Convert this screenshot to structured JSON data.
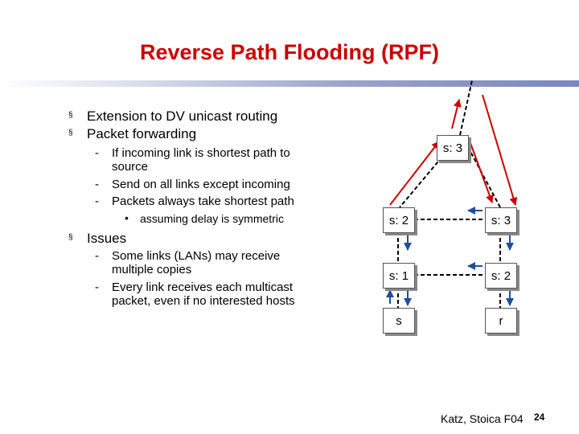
{
  "slide": {
    "title": "Reverse Path Flooding (RPF)",
    "bullets": [
      "Extension to DV unicast routing",
      "Packet forwarding",
      "Issues"
    ],
    "sub_forwarding": [
      "If incoming link is shortest path to source",
      "Send on all links except incoming",
      "Packets always take shortest path"
    ],
    "sub_sub": "assuming delay is symmetric",
    "sub_issues": [
      "Some links (LANs) may receive multiple copies",
      "Every link receives each multicast packet, even if no interested hosts"
    ],
    "bullet_marker": "§",
    "dash_marker": "-",
    "dot_marker": "•",
    "footer": "Katz, Stoica F04",
    "page_number": "24"
  },
  "diagram": {
    "nodes": {
      "top": "s: 3",
      "mid_left": "s: 2",
      "mid_right": "s: 3",
      "low_left": "s: 1",
      "low_right": "s: 2",
      "source": "s",
      "receiver": "r"
    }
  },
  "colors": {
    "title": "#cc0000",
    "packet_arrow": "#cc0000",
    "link_arrow": "#1f4e9c"
  }
}
